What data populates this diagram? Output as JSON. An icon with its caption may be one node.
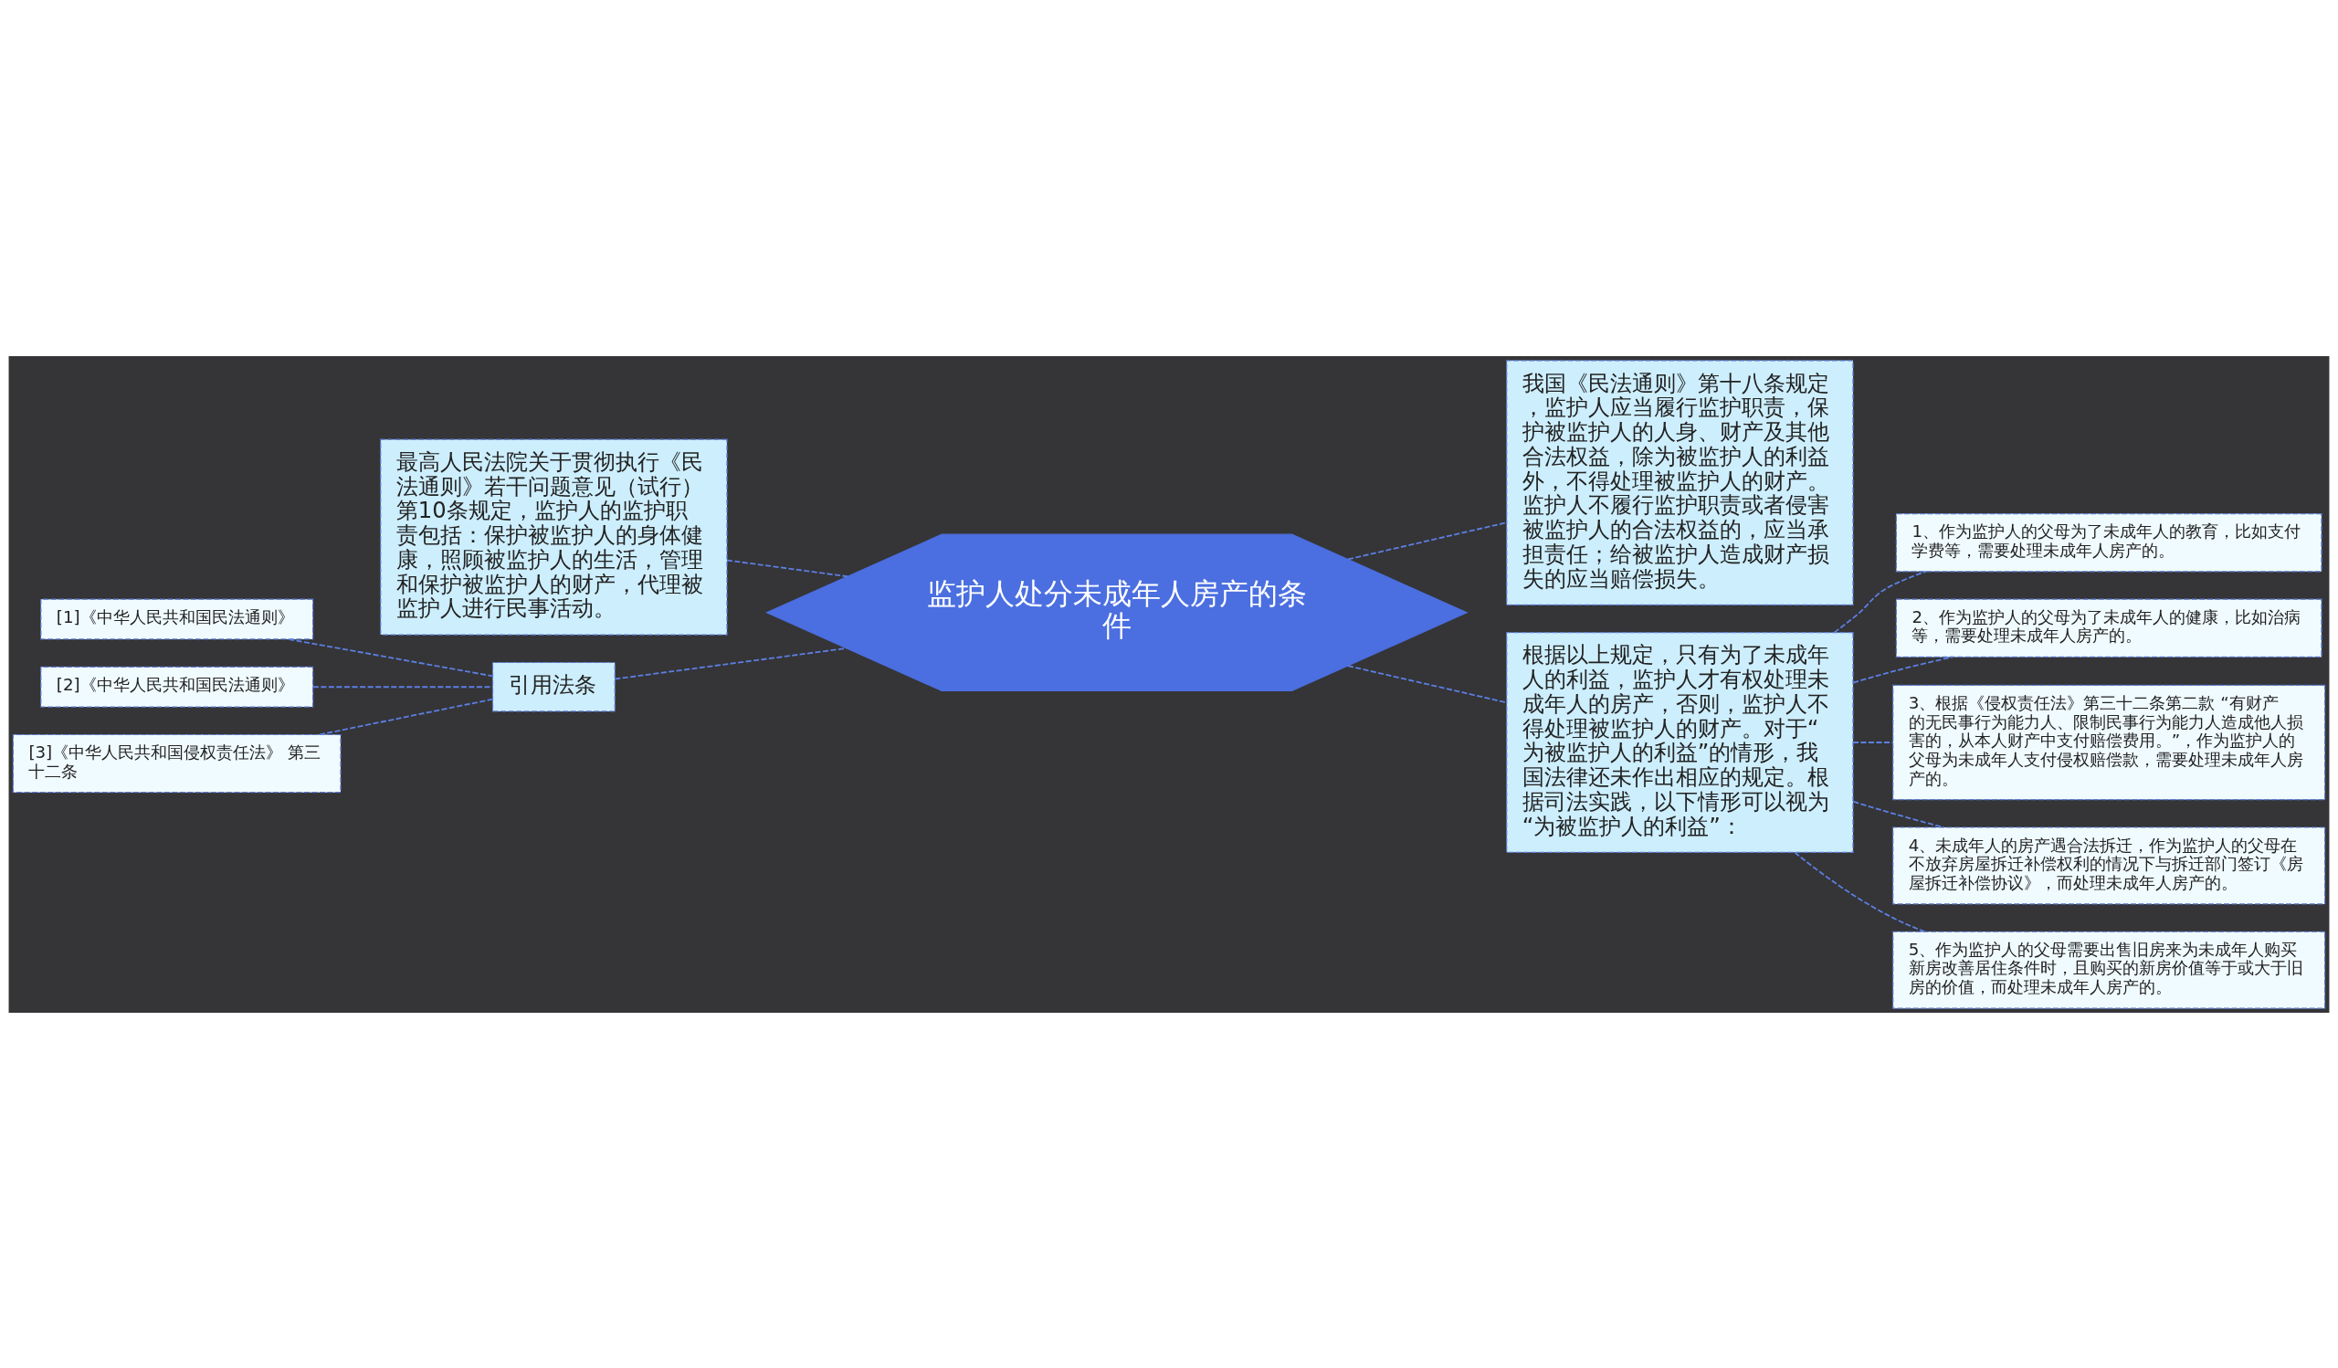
{
  "diagram": {
    "nodes": [
      {
        "text": [
          "监护人处分未成年人房产的条件"
        ]
      },
      {
        "text": [
          "最高人民法院关于贯彻执行《民法通则》若干问题意见（试行）第10条规定，监护人的监护职责包括：保护被监护人的身体健康，照顾被监护人的生活，管理和保护被监护人的财产，代理被监护人进行民事活动。"
        ]
      },
      {
        "text": [
          "引用法条"
        ]
      },
      {
        "text": [
          "[1]《中华人民共和国民法通则》"
        ]
      },
      {
        "text": [
          "[2]《中华人民共和国民法通则》"
        ]
      },
      {
        "text": [
          "[3]《中华人民共和国侵权责任法》 第三十二条"
        ]
      },
      {
        "text": [
          "我国《民法通则》第十八条规定，监护人应当履行监护职责，保护被监护人的人身、财产及其他合法权益，除为被监护人的利益外，不得处理被监护人的财产。监护人不履行监护职责或者侵害被监护人的合法权益的，应当承担责任；给被监护人造成财产损失的应当赔偿损失。"
        ]
      },
      {
        "text": [
          "根据以上规定，只有为了未成年人的利益，监护人才有权处理未成年人的房产，否则，监护人不得处理被监护人的财产。对于“为被监护人的利益”的情形，我国法律还未作出相应的规定。根据司法实践，以下情形可以视为“为被监护人的利益”："
        ]
      },
      {
        "text": [
          "1、作为监护人的父母为了未成年人的教育，比如支付学费等，需要处理未成年人房产的。"
        ]
      },
      {
        "text": [
          "2、作为监护人的父母为了未成年人的健康，比如治病等，需要处理未成年人房产的。"
        ]
      },
      {
        "text": [
          "3、根据《侵权责任法》第三十二条第二款 “有财产的无民事行为能力人、限制民事行为能力人造成他人损害的，从本人财产中支付赔偿费用。”，作为监护人的父母为未成年人支付侵权赔偿款，需要处理未成年人房产的。"
        ]
      },
      {
        "text": [
          "4、未成年人的房产遇合法拆迁，作为监护人的父母在不放弃房屋拆迁补偿权利的情况下与拆迁部门签订《房屋拆迁补偿协议》，而处理未成年人房产的。"
        ]
      },
      {
        "text": [
          "5、作为监护人的父母需要出售旧房来为未成年人购买新房改善居住条件时，且购买的新房价值等于或大于旧房的价值，而处理未成年人房产的。"
        ]
      }
    ],
    "edges": [
      {
        "from": 0,
        "to": 1,
        "arrow": "none"
      },
      {
        "from": 0,
        "to": 2,
        "arrow": "none"
      },
      {
        "from": 2,
        "to": 3,
        "arrow": "none"
      },
      {
        "from": 2,
        "to": 4,
        "arrow": "none"
      },
      {
        "from": 2,
        "to": 5,
        "arrow": "none"
      },
      {
        "from": 0,
        "to": 6,
        "arrow": "none"
      },
      {
        "from": 0,
        "to": 7,
        "arrow": "none"
      },
      {
        "from": 7,
        "to": 8,
        "arrow": "none"
      },
      {
        "from": 7,
        "to": 9,
        "arrow": "none"
      },
      {
        "from": 7,
        "to": 10,
        "arrow": "none"
      },
      {
        "from": 7,
        "to": 11,
        "arrow": "none"
      },
      {
        "from": 7,
        "to": 12,
        "arrow": "none"
      }
    ]
  }
}
